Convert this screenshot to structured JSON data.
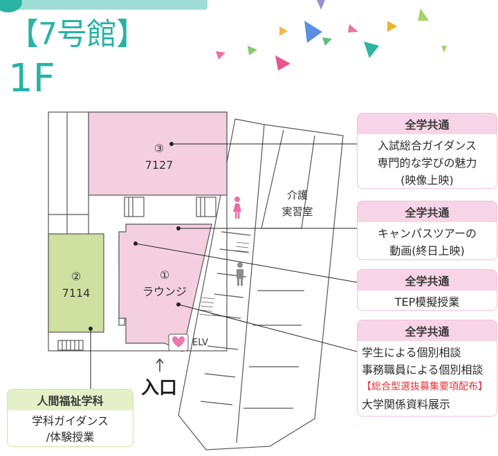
{
  "header": {
    "building": "【7号館】",
    "floor": "1F"
  },
  "map": {
    "room3": {
      "number": "③",
      "code": "7127"
    },
    "room2": {
      "number": "②",
      "code": "7114"
    },
    "room1": {
      "number": "①",
      "name": "ラウンジ"
    },
    "care_room_line1": "介護",
    "care_room_line2": "実習室",
    "elevator": "ELV",
    "entrance": "入口",
    "icons": [
      "women-restroom-icon",
      "men-restroom-icon",
      "heart-icon",
      "up-arrow-icon"
    ]
  },
  "callouts": [
    {
      "head": "全学共通",
      "lines": [
        "入試総合ガイダンス",
        "専門的な学びの魅力",
        "(映像上映)"
      ]
    },
    {
      "head": "全学共通",
      "lines": [
        "キャンパスツアーの",
        "動画(終日上映)"
      ]
    },
    {
      "head": "全学共通",
      "lines": [
        "TEP模擬授業"
      ]
    },
    {
      "head": "全学共通",
      "lines": [
        "学生による個別相談",
        "事務職員による個別相談"
      ],
      "note": "【総合型選抜募集要項配布】",
      "last": "大学関係資料展示"
    }
  ],
  "dept_callout": {
    "head": "人間福祉学科",
    "lines": [
      "学科ガイダンス",
      "/体験授業"
    ]
  },
  "colors": {
    "teal": "#27b3a5",
    "pink_room": "#f4cfe0",
    "green_room": "#cfe0a0",
    "note_red": "#e5323b"
  }
}
